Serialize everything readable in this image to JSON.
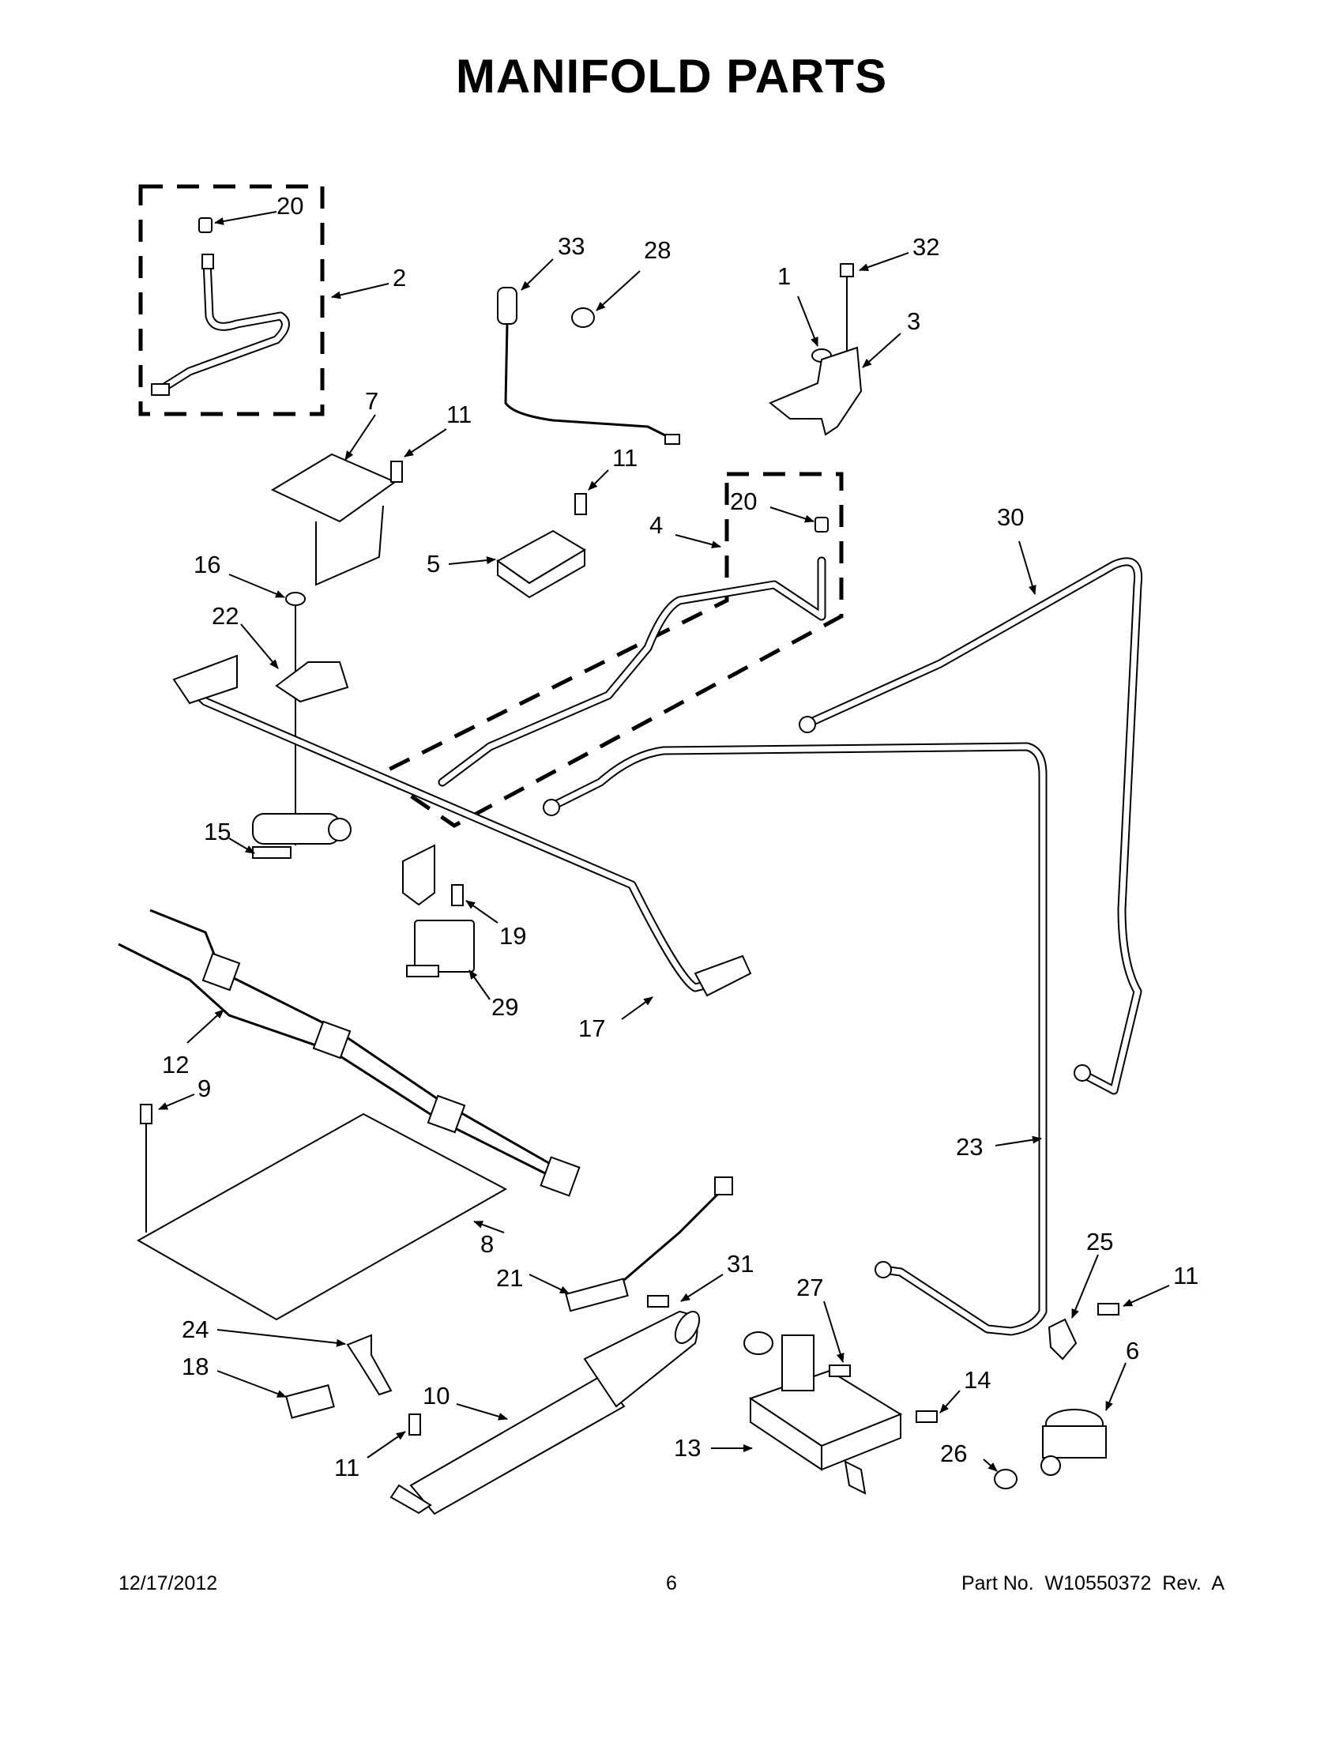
{
  "title": "MANIFOLD PARTS",
  "footer": {
    "date": "12/17/2012",
    "page": "6",
    "part_number": "Part No.  W10550372  Rev.  A"
  },
  "callouts": [
    {
      "id": "c20a",
      "text": "20"
    },
    {
      "id": "c2",
      "text": "2"
    },
    {
      "id": "c33",
      "text": "33"
    },
    {
      "id": "c28",
      "text": "28"
    },
    {
      "id": "c1",
      "text": "1"
    },
    {
      "id": "c32",
      "text": "32"
    },
    {
      "id": "c3",
      "text": "3"
    },
    {
      "id": "c7",
      "text": "7"
    },
    {
      "id": "c11a",
      "text": "11"
    },
    {
      "id": "c11b",
      "text": "11"
    },
    {
      "id": "c20b",
      "text": "20"
    },
    {
      "id": "c4",
      "text": "4"
    },
    {
      "id": "c5",
      "text": "5"
    },
    {
      "id": "c30",
      "text": "30"
    },
    {
      "id": "c16",
      "text": "16"
    },
    {
      "id": "c22",
      "text": "22"
    },
    {
      "id": "c15",
      "text": "15"
    },
    {
      "id": "c19",
      "text": "19"
    },
    {
      "id": "c29",
      "text": "29"
    },
    {
      "id": "c17",
      "text": "17"
    },
    {
      "id": "c12",
      "text": "12"
    },
    {
      "id": "c9",
      "text": "9"
    },
    {
      "id": "c23",
      "text": "23"
    },
    {
      "id": "c8",
      "text": "8"
    },
    {
      "id": "c21",
      "text": "21"
    },
    {
      "id": "c31",
      "text": "31"
    },
    {
      "id": "c25",
      "text": "25"
    },
    {
      "id": "c11c",
      "text": "11"
    },
    {
      "id": "c27",
      "text": "27"
    },
    {
      "id": "c24",
      "text": "24"
    },
    {
      "id": "c6",
      "text": "6"
    },
    {
      "id": "c18",
      "text": "18"
    },
    {
      "id": "c10",
      "text": "10"
    },
    {
      "id": "c14",
      "text": "14"
    },
    {
      "id": "c26",
      "text": "26"
    },
    {
      "id": "c11d",
      "text": "11"
    },
    {
      "id": "c13",
      "text": "13"
    }
  ]
}
